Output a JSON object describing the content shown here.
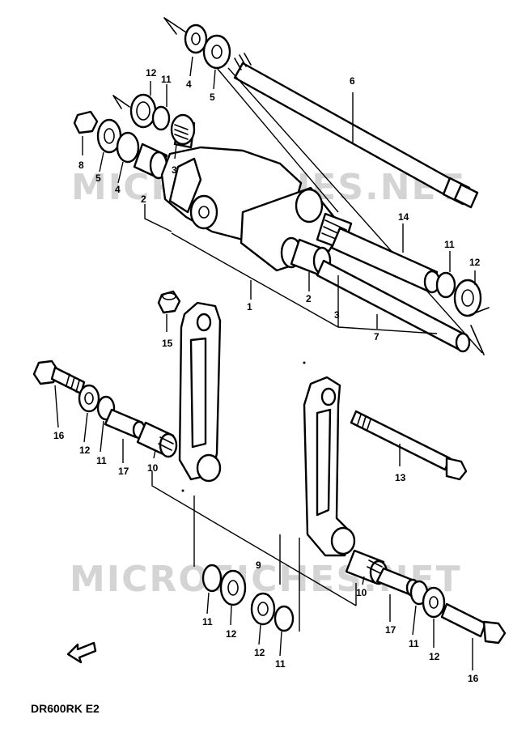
{
  "diagram": {
    "model_code": "DR600RK E2",
    "watermark": "MICROFICHES.NET",
    "callouts": [
      "1",
      "2",
      "3",
      "4",
      "5",
      "6",
      "7",
      "8",
      "9",
      "10",
      "11",
      "12",
      "13",
      "14",
      "15",
      "16",
      "17"
    ]
  }
}
